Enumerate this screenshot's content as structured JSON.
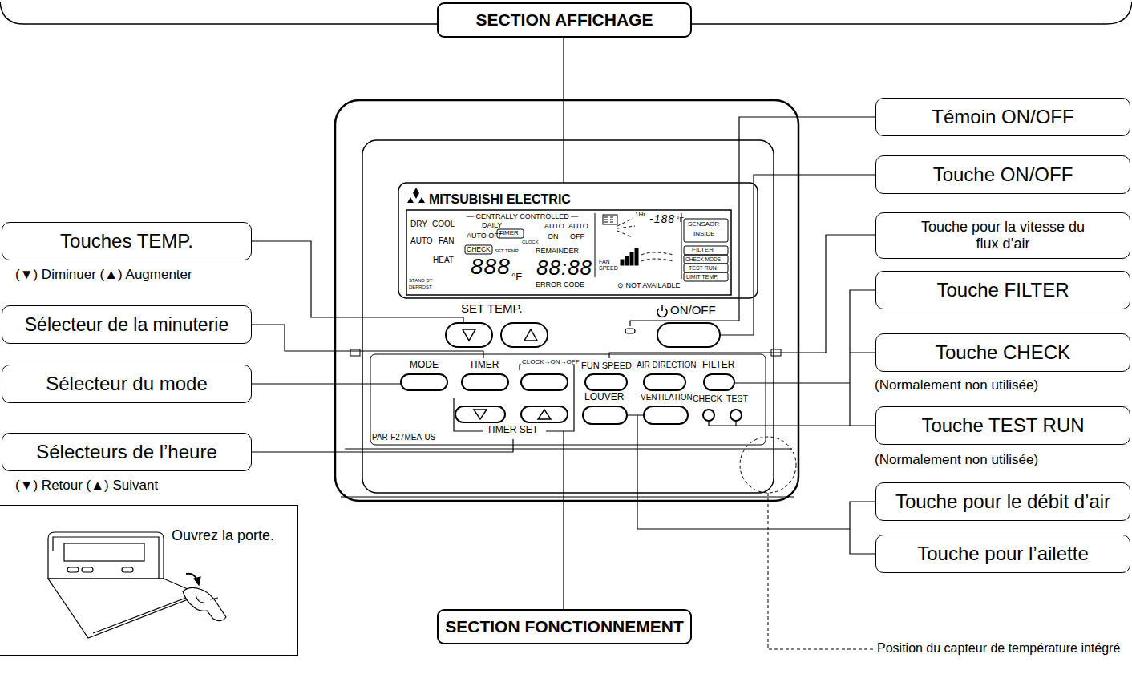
{
  "diagram": {
    "nodes": [
      {
        "text": [
          "SECTION AFFICHAGE"
        ]
      },
      {
        "text": [
          "Témoin ON/OFF"
        ]
      },
      {
        "text": [
          "Touche ON/OFF"
        ]
      },
      {
        "text": [
          "Touches TEMP.",
          "(▼) Diminuer (▲) Augmenter"
        ]
      },
      {
        "text": [
          "Touche pour la vitesse du flux d’air"
        ]
      },
      {
        "text": [
          "Sélecteur de la minuterie"
        ]
      },
      {
        "text": [
          "Touche FILTER"
        ]
      },
      {
        "text": [
          "Sélecteur du mode"
        ]
      },
      {
        "text": [
          "Touche CHECK",
          "(Normalement non utilisée)"
        ]
      },
      {
        "text": [
          "Sélecteurs de l’heure",
          "(▼) Retour (▲) Suivant"
        ]
      },
      {
        "text": [
          "Touche TEST RUN",
          "(Normalement non utilisée)"
        ]
      },
      {
        "text": [
          "Touche pour le débit d’air"
        ]
      },
      {
        "text": [
          "Touche pour l’ailette"
        ]
      },
      {
        "text": [
          "Ouvrez la porte."
        ]
      },
      {
        "text": [
          "SECTION FONCTIONNEMENT"
        ]
      }
    ],
    "labels": [
      "MITSUBISHI ELECTRIC",
      "DRY",
      "COOL",
      "AUTO",
      "FAN",
      "HEAT",
      "STAND BY",
      "DEFROST",
      "— CENTRALLY CONTROLLED —",
      "DAILY",
      "TIMER",
      "AUTO",
      "AUTO",
      "AUTO OFF",
      "ON",
      "OFF",
      "CLOCK",
      "CHECK",
      "SET TEMP.",
      "REMAINDER",
      "888",
      "°F",
      "88:88",
      "ERROR CODE",
      "1Hr.",
      "-188",
      "°F",
      "FAN",
      "SPEED",
      "⊙ NOT AVAILABLE",
      "SENSAOR",
      "INSIDE",
      "FILTER",
      "CHECK MODE",
      "TEST RUN",
      "LIMIT TEMP.",
      "SET TEMP.",
      "ON/OFF",
      "MODE",
      "TIMER",
      "CLOCK→ON→OFF",
      "FUN SPEED",
      "AIR DIRECTION",
      "FILTER",
      "LOUVER",
      "VENTILATION",
      "CHECK",
      "TEST",
      "TIMER SET",
      "PAR-F27MEA-US",
      "Position du capteur de température intégré"
    ]
  }
}
